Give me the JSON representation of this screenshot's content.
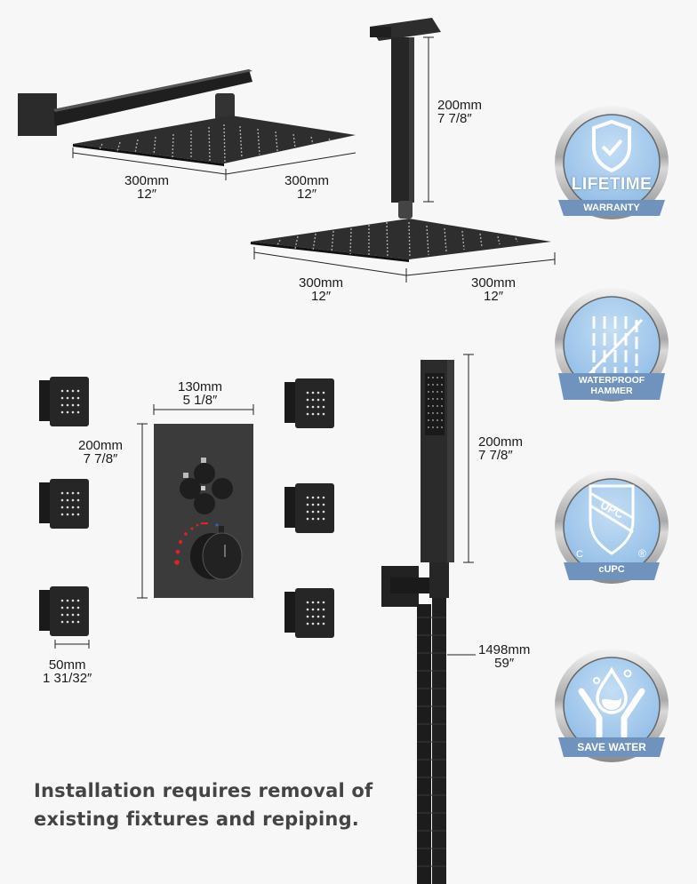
{
  "product": {
    "wall_rain_head": {
      "width_left": {
        "mm": "300mm",
        "in": "12″"
      },
      "width_right": {
        "mm": "300mm",
        "in": "12″"
      }
    },
    "ceiling_arm": {
      "length": {
        "mm": "200mm",
        "in": "7 7/8″"
      }
    },
    "ceiling_rain_head": {
      "width_left": {
        "mm": "300mm",
        "in": "12″"
      },
      "width_right": {
        "mm": "300mm",
        "in": "12″"
      }
    },
    "valve_panel": {
      "width": {
        "mm": "130mm",
        "in": "5 1/8″"
      },
      "height": {
        "mm": "200mm",
        "in": "7 7/8″"
      }
    },
    "body_jet": {
      "width": {
        "mm": "50mm",
        "in": "1 31/32″"
      },
      "count": 6
    },
    "hand_shower": {
      "length": {
        "mm": "200mm",
        "in": "7 7/8″"
      }
    },
    "hose": {
      "length": {
        "mm": "1498mm",
        "in": "59″"
      }
    }
  },
  "badges": [
    {
      "icon": "shield-check-icon",
      "title": "LIFETIME",
      "ribbon": "WARRANTY"
    },
    {
      "icon": "waterproof-lines-icon",
      "title": "",
      "ribbon": "WATERPROOF HAMMER"
    },
    {
      "icon": "upc-shield-icon",
      "title": "UPC",
      "ribbon": "cUPC",
      "corner_left": "C",
      "corner_right": "®"
    },
    {
      "icon": "water-drop-hands-icon",
      "title": "",
      "ribbon": "SAVE WATER"
    }
  ],
  "note": {
    "line1": "Installation requires removal of",
    "line2": "existing fixtures and repiping."
  },
  "colors": {
    "badge_blue": "#a9cdef",
    "ribbon_blue": "#6f93bd",
    "chrome": "#b8b8b8",
    "fixture_black": "#2a2a2a",
    "text_dark": "#444444"
  }
}
